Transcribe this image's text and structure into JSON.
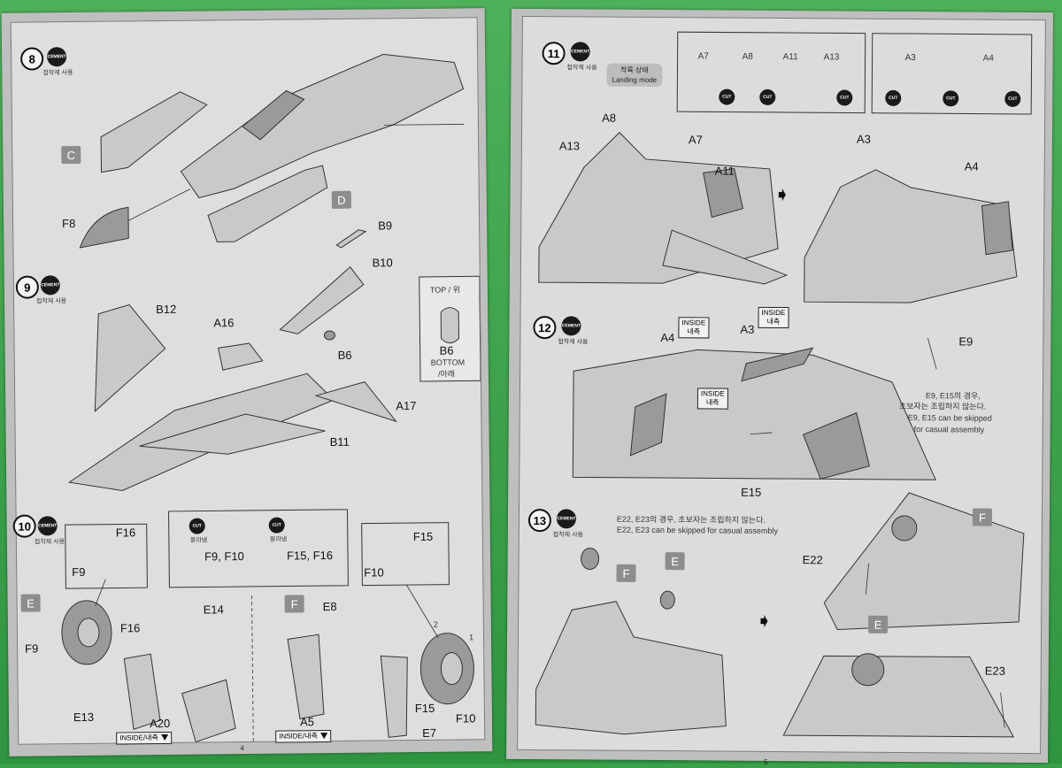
{
  "left_page": {
    "page_number": "4",
    "step8": {
      "number": "8",
      "cement": "CEMENT",
      "cement_kr": "접착제 사용",
      "labels": [
        "C",
        "D",
        "F8"
      ]
    },
    "step9": {
      "number": "9",
      "cement": "CEMENT",
      "cement_kr": "접착제 사용",
      "labels": [
        "B9",
        "B10",
        "B12",
        "A16",
        "B6",
        "A17",
        "B11"
      ],
      "orientation": {
        "top": "TOP / 위",
        "part": "B6",
        "bottom": "BOTTOM",
        "bottom_kr": "/아래"
      }
    },
    "step10": {
      "number": "10",
      "cement": "CEMENT",
      "cement_kr": "접착제 사용",
      "cut": "CUT",
      "cut_kr": "잘라냄",
      "labels": [
        "F16",
        "F9",
        "F9, F10",
        "F15, F16",
        "F15",
        "F10",
        "E",
        "F",
        "E14",
        "E8",
        "F16",
        "F9",
        "E13",
        "A20",
        "A5",
        "F15",
        "F10",
        "E7"
      ],
      "marks": [
        "1",
        "2"
      ],
      "inside_left": "INSIDE/내측",
      "inside_right": "INSIDE/내측"
    }
  },
  "right_page": {
    "page_number": "5",
    "step11": {
      "number": "11",
      "cement": "CEMENT",
      "cement_kr": "접착제 사용",
      "mode_kr": "착륙 상태",
      "mode": "Landing mode",
      "cut_parts_a": [
        "A7",
        "A8",
        "A11",
        "A13"
      ],
      "cut_parts_b": [
        "A3",
        "A4"
      ],
      "cut": "CUT",
      "cut_kr": "잘라냄",
      "labels": [
        "A8",
        "A13",
        "A7",
        "A11",
        "A3",
        "A4"
      ]
    },
    "step12": {
      "number": "12",
      "cement": "CEMENT",
      "cement_kr": "접착제 사용",
      "inside": "INSIDE",
      "inside_kr": "내측",
      "labels": [
        "A4",
        "A3",
        "E9",
        "E15"
      ],
      "note_kr_1": "E9, E15의 경우,",
      "note_kr_2": "초보자는 조립하지 않는다.",
      "note_en_1": "E9, E15 can be skipped",
      "note_en_2": "for casual assembly"
    },
    "step13": {
      "number": "13",
      "cement": "CEMENT",
      "cement_kr": "접착제 사용",
      "note_kr": "E22, E23의 경우, 초보자는 조립하지 않는다.",
      "note_en": "E22, E23 can be skipped for casual assembly",
      "labels": [
        "F",
        "E",
        "F",
        "E22",
        "E",
        "E23"
      ]
    }
  }
}
